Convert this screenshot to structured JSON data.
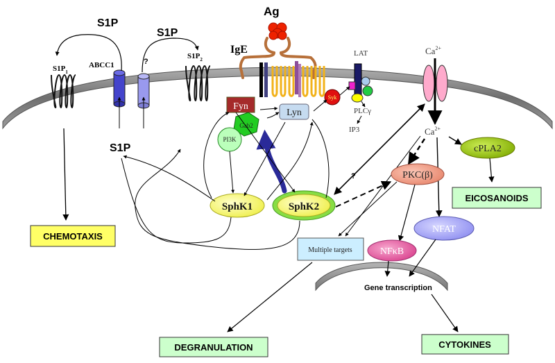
{
  "labels": {
    "ag": "Ag",
    "ige": "IgE",
    "s1p_out_left": "S1P",
    "s1p_out_right": "S1P",
    "s1p_inside": "S1P",
    "s1pr1_base": "S1P",
    "s1pr1_sub": "1",
    "s1pr2_base": "S1P",
    "s1pr2_sub": "2",
    "abcc1": "ABCC1",
    "unknown_transporter": "?",
    "lat": "LAT",
    "plc": "PLCγ",
    "ip3": "IP3",
    "ca_membrane_base": "Ca",
    "ca_membrane_sup": "2+",
    "ca_cyto_base": "Ca",
    "ca_cyto_sup": "2+",
    "fyn": "Fyn",
    "lyn": "Lyn",
    "gab2": "Gab2",
    "pi3k": "PI3K",
    "syk": "Syk",
    "sphk1": "SphK1",
    "sphk2": "SphK2",
    "pkc": "PKC(β)",
    "pkc_question": "?",
    "cpla2": "cPLA2",
    "nfat": "NFAT",
    "nfkb": "NFκB",
    "multiple_targets": "Multiple targets",
    "gene_transcription": "Gene transcription",
    "chemotaxis": "CHEMOTAXIS",
    "eicosanoids": "EICOSANOIDS",
    "degranulation": "DEGRANULATION",
    "cytokines": "CYTOKINES"
  },
  "colors": {
    "membrane": "#7f7f7f",
    "chemotaxis_fill": "#ffff66",
    "output_fill": "#ccffcc",
    "fyn_fill": "#a52a2a",
    "lyn_fill": "#c6dbf0",
    "gab2_fill": "#22cc22",
    "pi3k_fill": "#bbffbb",
    "syk_fill": "#e01010",
    "sphk1_fill": "#ffff88",
    "sphk2_fill": "#ffff88",
    "sphk2_ring": "#88dd44",
    "pkc_fill": "#f4a088",
    "cpla2_fill": "#99cc00",
    "nfat_fill": "#b0b0ff",
    "nfkb_fill": "#ee66aa",
    "targets_fill": "#cceeff",
    "ca_channel_fill": "#ffaacc",
    "abcc1_fill": "#4444cc",
    "transporter_fill": "#9999ee",
    "ag_fill": "#ee2200",
    "big_arrow": "#2a2a99"
  }
}
